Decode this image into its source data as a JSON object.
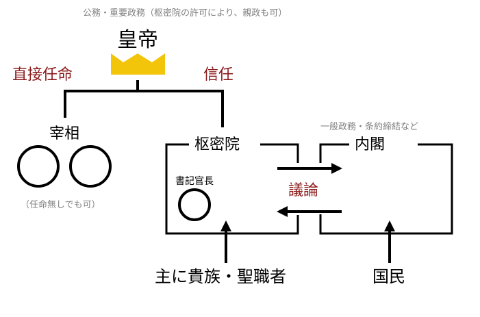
{
  "emperor": {
    "note": "公務・重要政務（枢密院の許可により、親政も可）",
    "label": "皇帝",
    "crown_color": "#f2c40a"
  },
  "links": {
    "direct_appointment": "直接任命",
    "trust": "信任",
    "debate": "議論",
    "color": "#8b1a1a"
  },
  "chancellor": {
    "label": "宰相",
    "note": "（任命無しでも可）"
  },
  "privy_council": {
    "label": "枢密院",
    "secretary": "書記官長"
  },
  "cabinet": {
    "note": "一般政務・条約締結など",
    "label": "内閣"
  },
  "sources": {
    "nobles_clergy": "主に貴族・聖職者",
    "citizens": "国民"
  }
}
